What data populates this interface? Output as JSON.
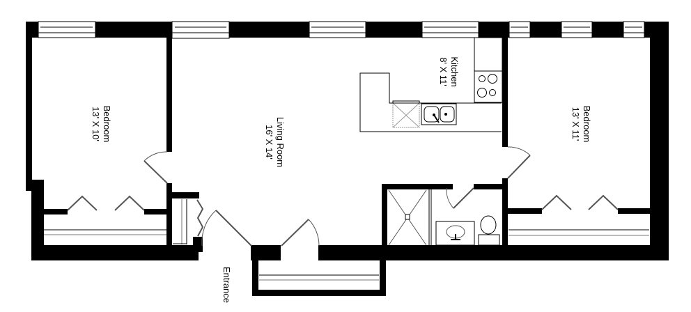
{
  "diagram": {
    "type": "floor-plan",
    "colors": {
      "wall": "#000000",
      "background": "#ffffff",
      "fixture_line": "#000000",
      "door_line": "#555555",
      "rod_line": "#bbbbbb"
    },
    "rooms": [
      {
        "id": "bedroom-left",
        "name": "Bedroom",
        "dimensions": "13' X 10'"
      },
      {
        "id": "living-room",
        "name": "Living Room",
        "dimensions": "16' X 14'"
      },
      {
        "id": "kitchen",
        "name": "Kitchen",
        "dimensions": "8' X 11'"
      },
      {
        "id": "bedroom-right",
        "name": "Bedroom",
        "dimensions": "13' X 11'"
      }
    ],
    "entrance": {
      "label": "Entrance"
    },
    "fixtures": [
      "stove",
      "double-sink",
      "dishwasher",
      "shower",
      "bathroom-sink",
      "toilet",
      "closets",
      "windows"
    ]
  }
}
